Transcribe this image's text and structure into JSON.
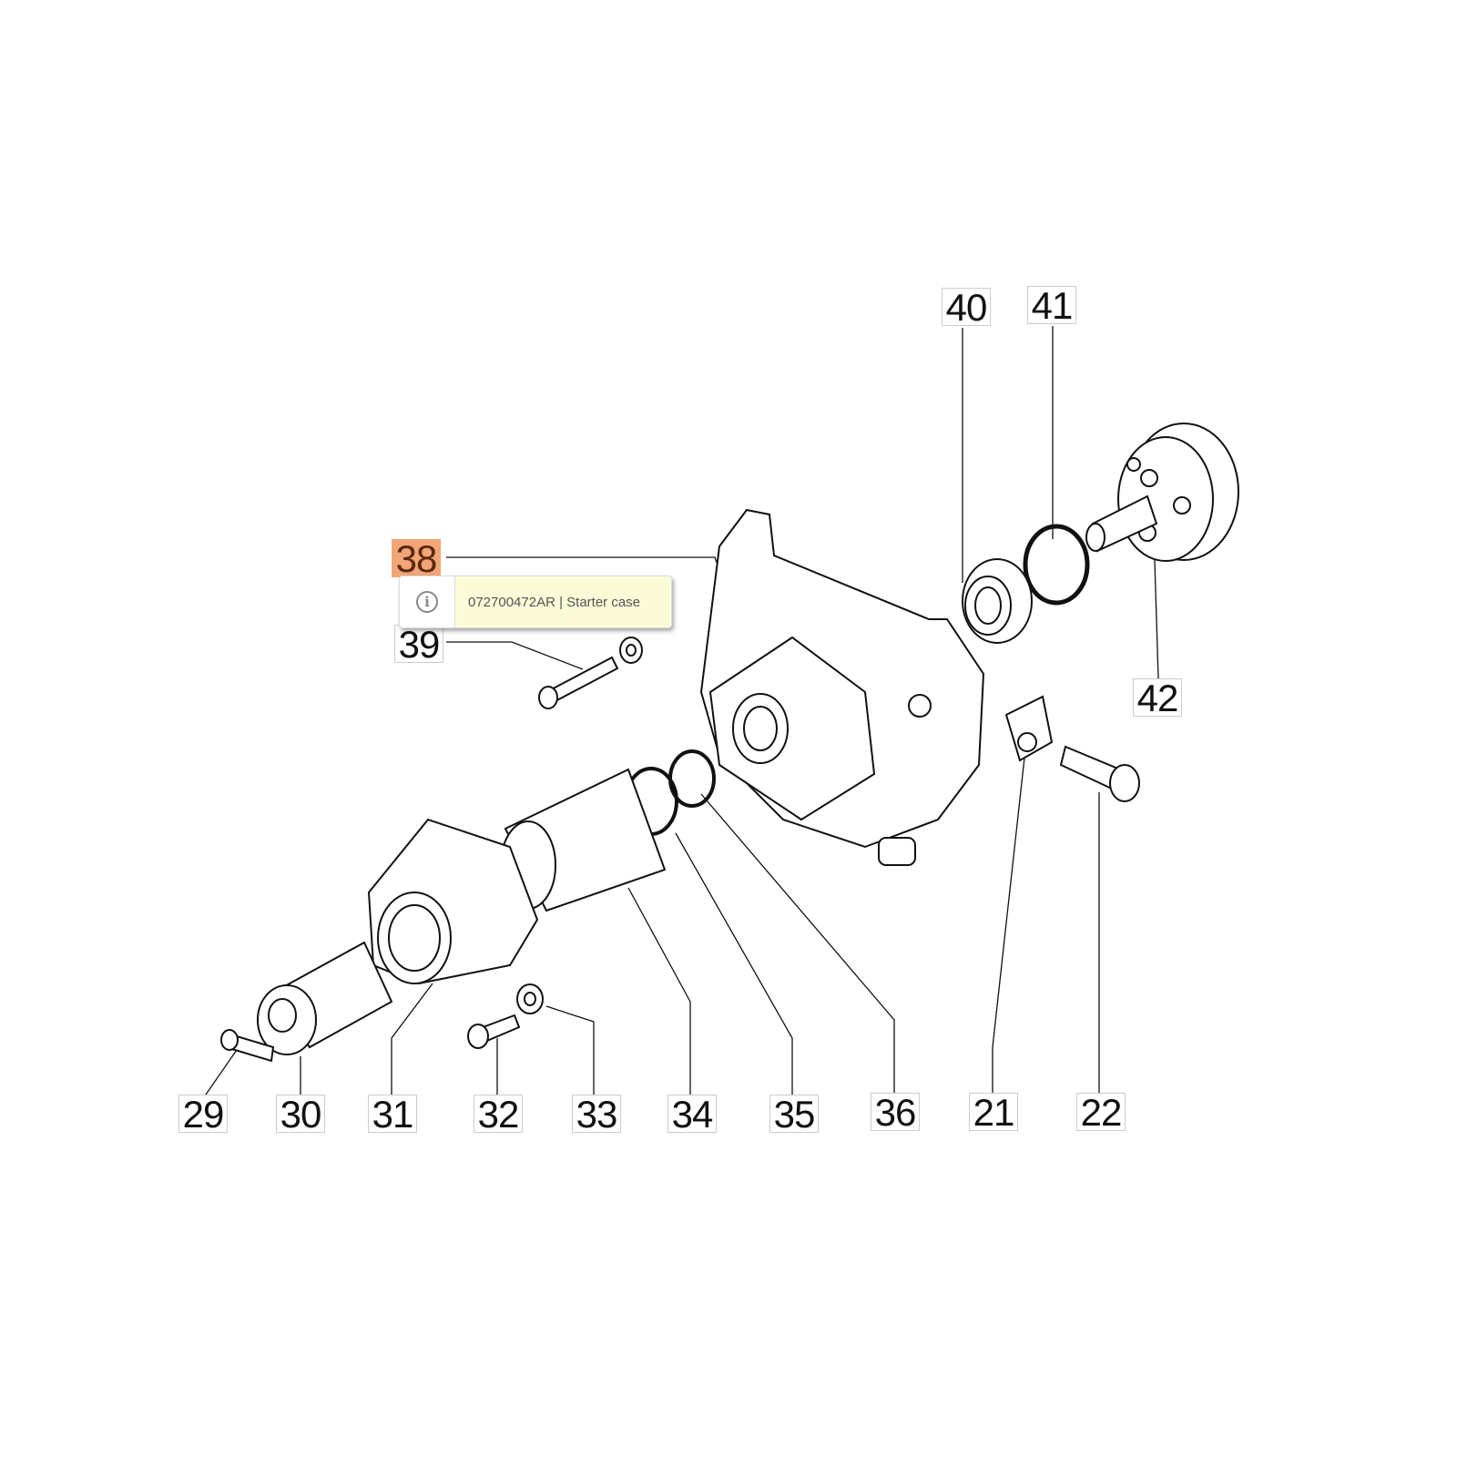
{
  "diagram": {
    "callouts": [
      {
        "id": "40",
        "highlighted": false
      },
      {
        "id": "41",
        "highlighted": false
      },
      {
        "id": "42",
        "highlighted": false
      },
      {
        "id": "38",
        "highlighted": true
      },
      {
        "id": "39",
        "highlighted": false
      },
      {
        "id": "29",
        "highlighted": false
      },
      {
        "id": "30",
        "highlighted": false
      },
      {
        "id": "31",
        "highlighted": false
      },
      {
        "id": "32",
        "highlighted": false
      },
      {
        "id": "33",
        "highlighted": false
      },
      {
        "id": "34",
        "highlighted": false
      },
      {
        "id": "35",
        "highlighted": false
      },
      {
        "id": "36",
        "highlighted": false
      },
      {
        "id": "21",
        "highlighted": false
      },
      {
        "id": "22",
        "highlighted": false
      }
    ],
    "highlight_color": "#f2a576"
  },
  "tooltip": {
    "icon": "info-icon",
    "icon_glyph": "i",
    "text": "072700472AR | Starter case"
  }
}
